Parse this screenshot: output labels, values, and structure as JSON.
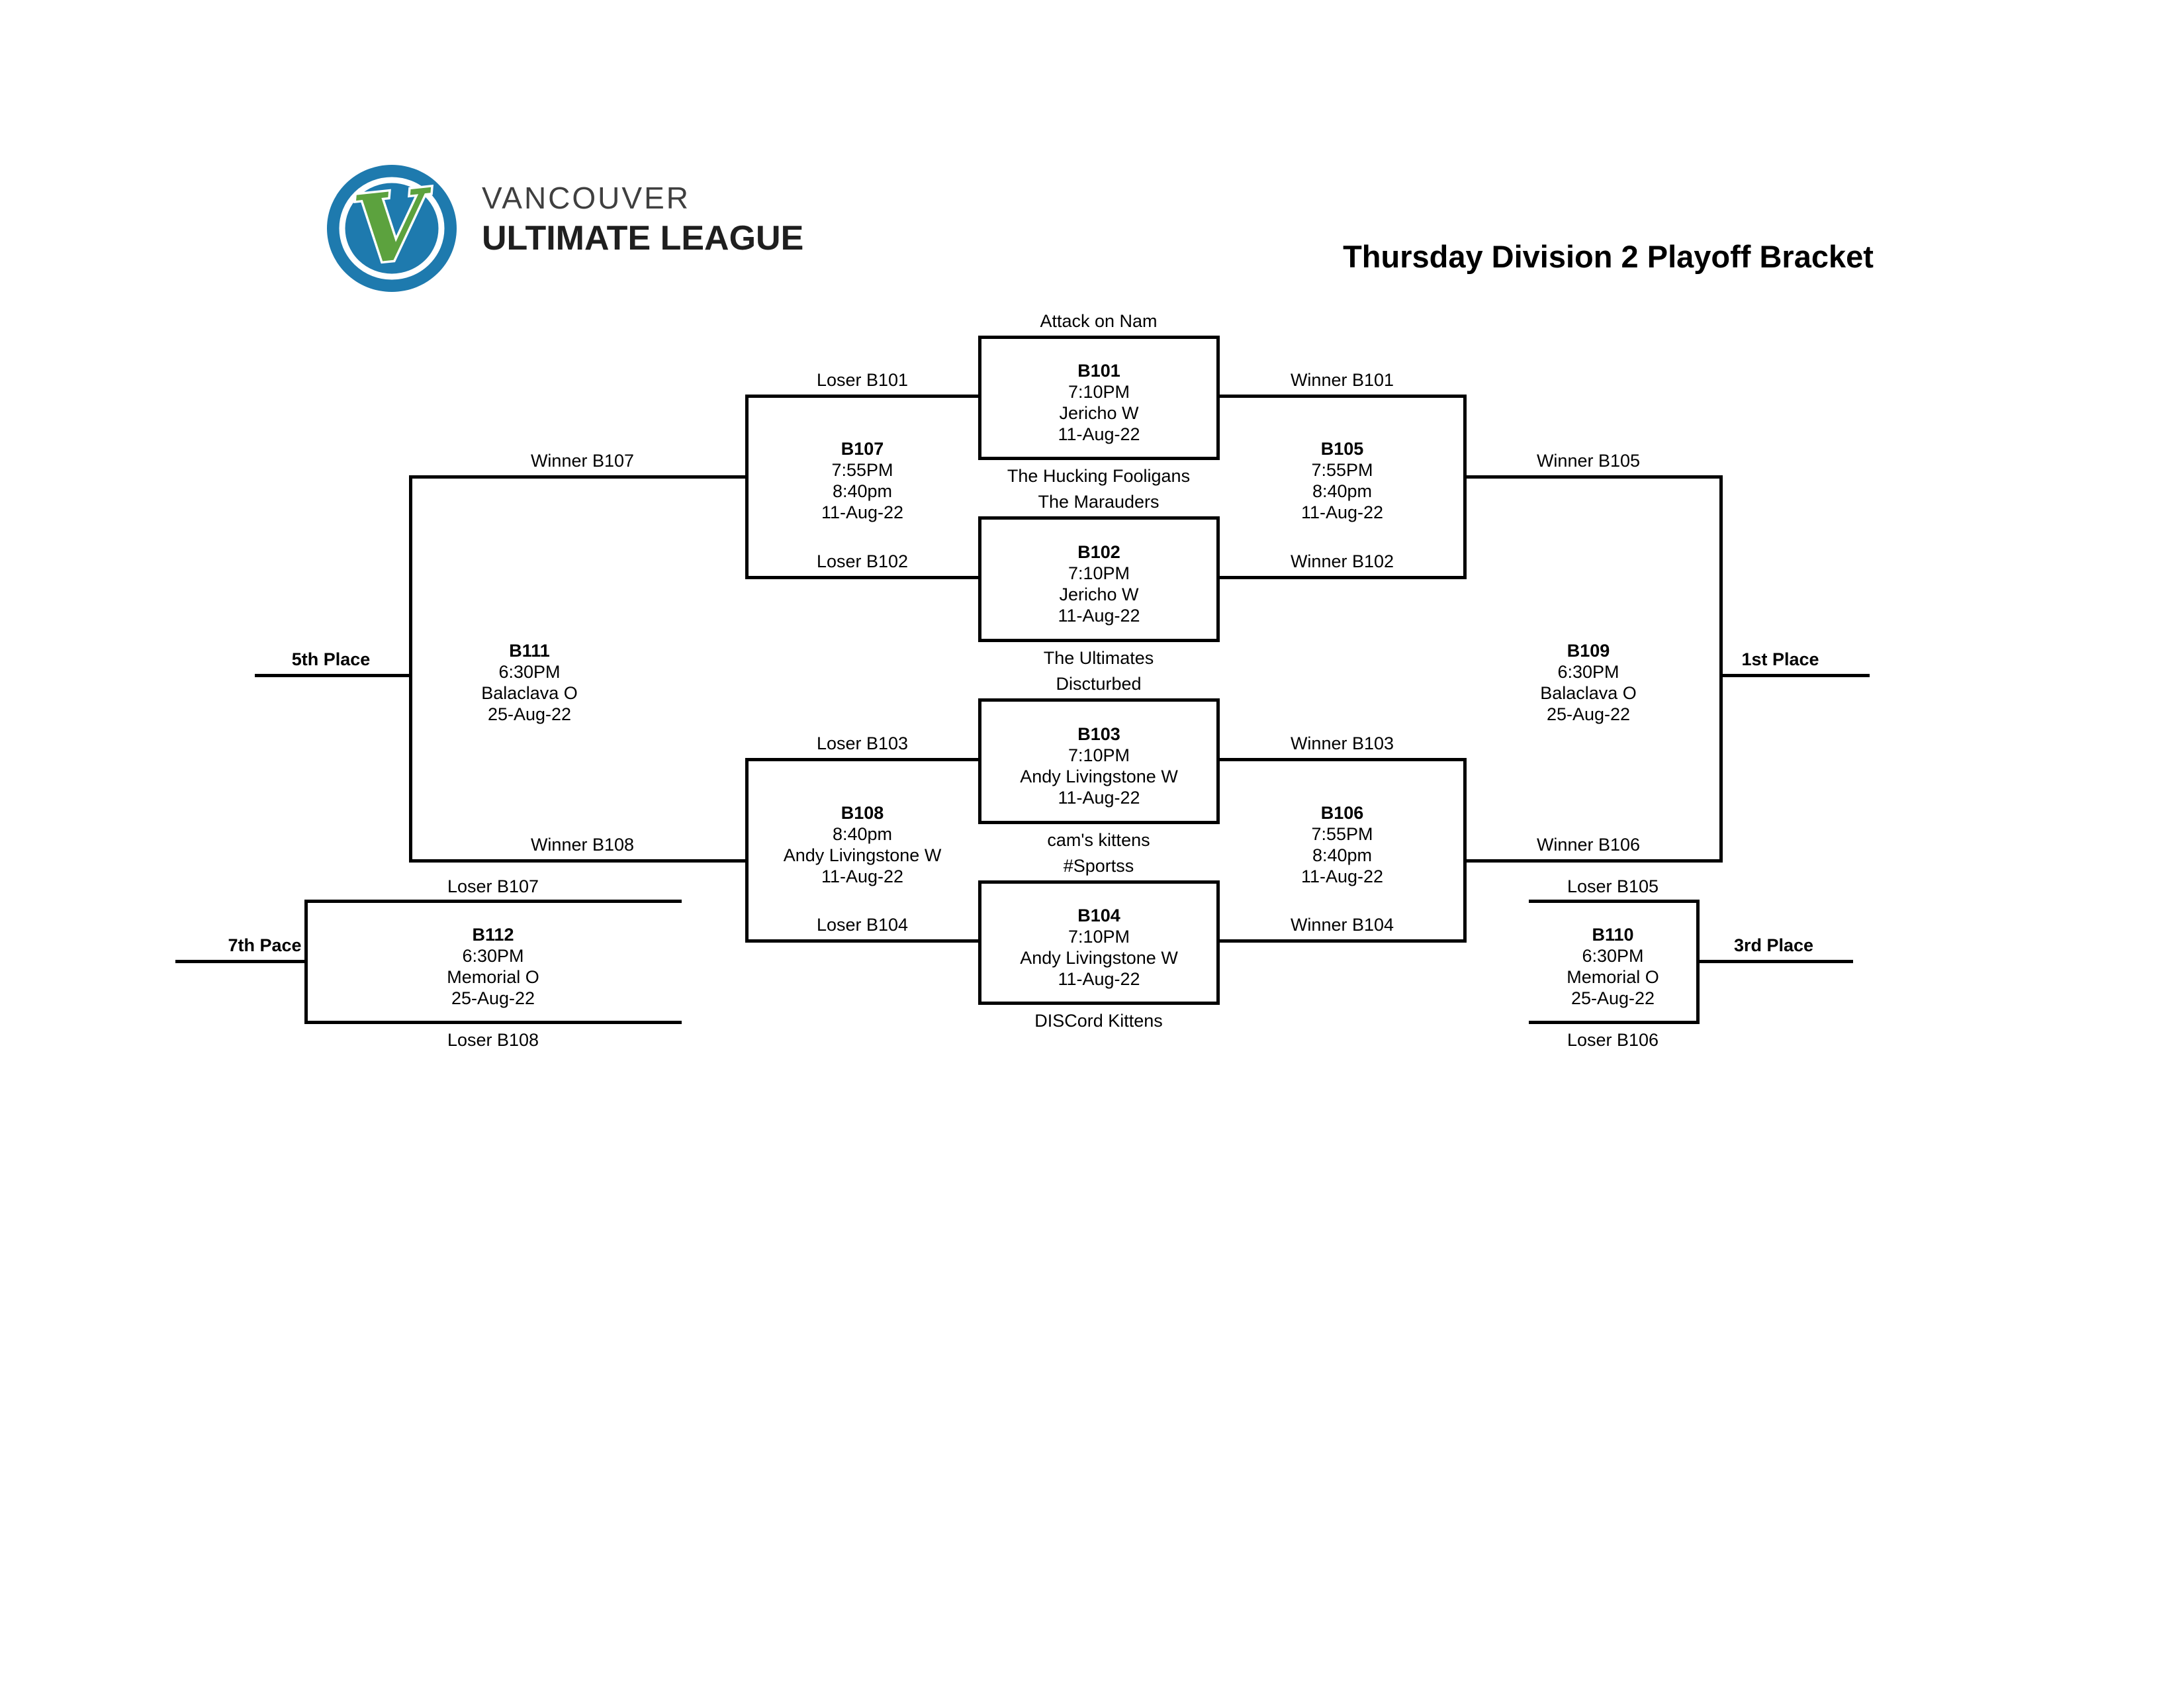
{
  "header": {
    "brand_line1": "VANCOUVER",
    "brand_line2": "ULTIMATE LEAGUE",
    "title": "Thursday Division 2 Playoff Bracket"
  },
  "colors": {
    "logo_blue": "#1e7aae",
    "logo_green": "#5ca23e",
    "line_black": "#000000"
  },
  "bracket": {
    "b101": {
      "r1": "B101",
      "r2": "7:10PM",
      "r3": "Jericho W",
      "r4": "11-Aug-22",
      "seed_top": "Attack on Nam",
      "seed_bottom": "The Hucking Fooligans"
    },
    "b102": {
      "r1": "B102",
      "r2": "7:10PM",
      "r3": "Jericho W",
      "r4": "11-Aug-22",
      "seed_top": "The Marauders",
      "seed_bottom": "The Ultimates"
    },
    "b103": {
      "r1": "B103",
      "r2": "7:10PM",
      "r3": "Andy Livingstone W",
      "r4": "11-Aug-22",
      "seed_top": "Discturbed",
      "seed_bottom": "cam's kittens"
    },
    "b104": {
      "r1": "B104",
      "r2": "7:10PM",
      "r3": "Andy Livingstone W",
      "r4": "11-Aug-22",
      "seed_top": "#Sportss",
      "seed_bottom": "DISCord Kittens"
    },
    "b105": {
      "r1": "B105",
      "r2": "7:55PM",
      "r3": "8:40pm",
      "r4": "11-Aug-22",
      "in_top": "Winner B101",
      "in_bottom": "Winner B102",
      "out": "Winner B105"
    },
    "b106": {
      "r1": "B106",
      "r2": "7:55PM",
      "r3": "8:40pm",
      "r4": "11-Aug-22",
      "in_top": "Winner B103",
      "in_bottom": "Winner B104",
      "out": "Winner B106"
    },
    "b107": {
      "r1": "B107",
      "r2": "7:55PM",
      "r3": "8:40pm",
      "r4": "11-Aug-22",
      "in_top": "Loser B101",
      "in_bottom": "Loser B102",
      "out": "Winner B107"
    },
    "b108": {
      "r1": "B108",
      "r2": "8:40pm",
      "r3": "Andy Livingstone W",
      "r4": "11-Aug-22",
      "in_top": "Loser B103",
      "in_bottom": "Loser B104",
      "out": "Winner B108"
    },
    "b109": {
      "r1": "B109",
      "r2": "6:30PM",
      "r3": "Balaclava O",
      "r4": "25-Aug-22",
      "out": "1st Place"
    },
    "b110": {
      "r1": "B110",
      "r2": "6:30PM",
      "r3": "Memorial O",
      "r4": "25-Aug-22",
      "in_top": "Loser B105",
      "in_bottom": "Loser B106",
      "out": "3rd Place"
    },
    "b111": {
      "r1": "B111",
      "r2": "6:30PM",
      "r3": "Balaclava O",
      "r4": "25-Aug-22",
      "out": "5th Place"
    },
    "b112": {
      "r1": "B112",
      "r2": "6:30PM",
      "r3": "Memorial O",
      "r4": "25-Aug-22",
      "in_top": "Loser B107",
      "in_bottom": "Loser B108",
      "out": "7th Pace"
    }
  }
}
